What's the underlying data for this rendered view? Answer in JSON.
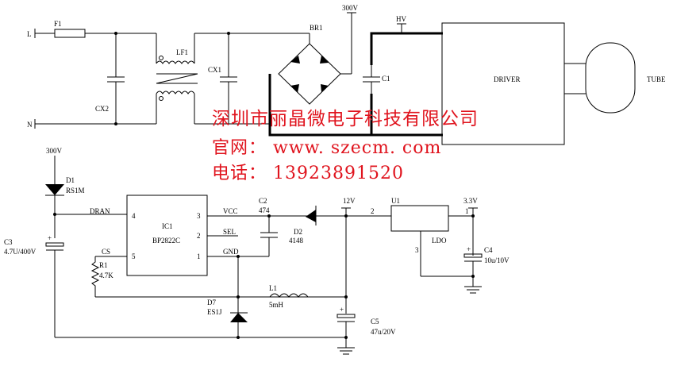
{
  "schematic": {
    "input": {
      "line": "L",
      "neutral": "N"
    },
    "fuse": "F1",
    "cx2": "CX2",
    "lf1": "LF1",
    "cx1": "CX1",
    "bridge": "BR1",
    "rail_300v_top": "300V",
    "hv": "HV",
    "c1": "C1",
    "driver": "DRIVER",
    "tube": "TUBE",
    "rail_300v": "300V",
    "d1": {
      "ref": "D1",
      "value": "RS1M"
    },
    "c3": {
      "ref": "C3",
      "value": "4.7U/400V"
    },
    "ic1": {
      "ref": "IC1",
      "value": "BP2822C",
      "pins": {
        "p4": "4",
        "p5": "5",
        "p3": "3",
        "p2": "2",
        "p1": "1"
      }
    },
    "nets": {
      "dran": "DRAN",
      "cs": "CS",
      "vcc": "VCC",
      "sel": "SEL",
      "gnd": "GND"
    },
    "r1": {
      "ref": "R1",
      "value": "4.7K"
    },
    "c2": {
      "ref": "C2",
      "value": "474"
    },
    "d2": {
      "ref": "D2",
      "value": "4148"
    },
    "rail_12v": "12V",
    "u1": {
      "ref": "U1",
      "value": "LDO",
      "pin_in": "2",
      "pin_out": "1",
      "pin_gnd": "3"
    },
    "rail_3v3": "3.3V",
    "c4": {
      "ref": "C4",
      "value": "10u/10V"
    },
    "l1": {
      "ref": "L1",
      "value": "5mH"
    },
    "d7": {
      "ref": "D7",
      "value": "ES1J"
    },
    "c5": {
      "ref": "C5",
      "value": "47u/20V"
    }
  },
  "watermark": {
    "company": "深圳市丽晶微电子科技有限公司",
    "website": "官网： www. szecm. com",
    "phone": "电话： 13923891520",
    "color": "#e0141e"
  }
}
